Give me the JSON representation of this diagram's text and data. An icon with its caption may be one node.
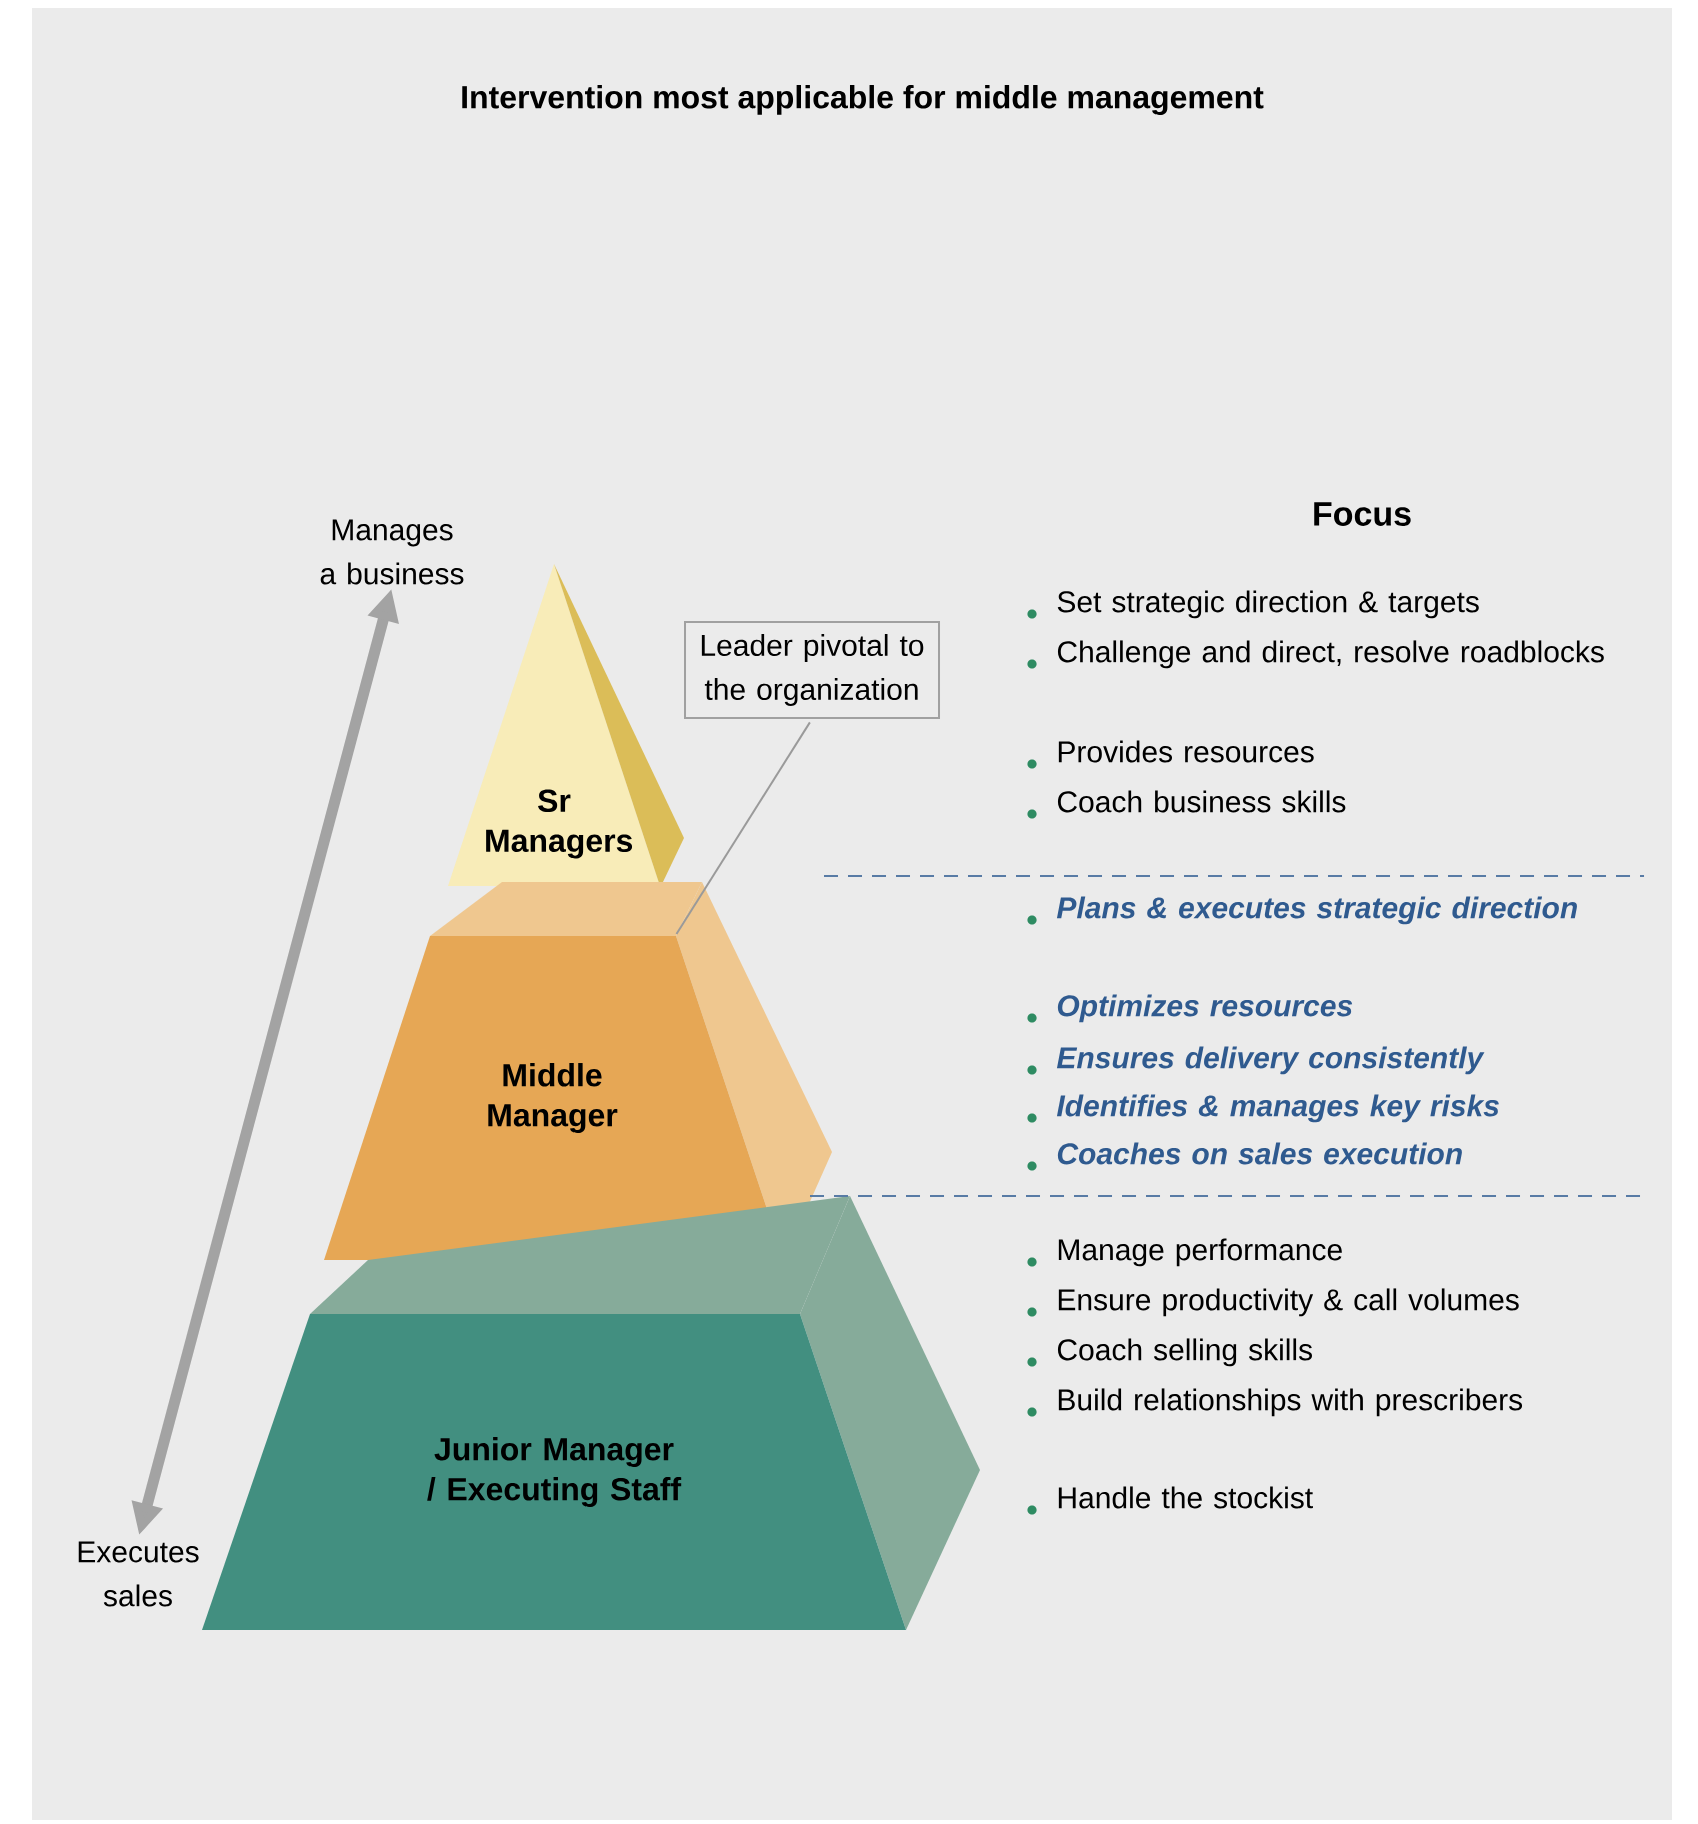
{
  "diagram": {
    "title": "Intervention most applicable for middle management",
    "nodes": [
      {
        "text": [
          "Sr Managers"
        ]
      },
      {
        "text": [
          "Middle Manager"
        ]
      },
      {
        "text": [
          "Junior Manager / Executing Staff"
        ]
      },
      {
        "text": [
          "Leader pivotal to the organization"
        ]
      },
      {
        "text": [
          "Manages a business"
        ]
      },
      {
        "text": [
          "Executes sales"
        ]
      }
    ],
    "edges": [
      {
        "from": 3,
        "to": 1,
        "arrow": "none"
      },
      {
        "from": 5,
        "to": 4,
        "arrow": "both",
        "style": "thick"
      }
    ],
    "labels": [
      "Focus",
      "Set strategic direction & targets",
      "Challenge and direct, resolve roadblocks",
      "Provides resources",
      "Coach business skills",
      "Plans & executes strategic direction",
      "Optimizes resources",
      "Ensures delivery consistently",
      "Identifies & manages key risks",
      "Coaches on sales execution",
      "Manage performance",
      "Ensure productivity & call volumes",
      "Coach selling skills",
      "Build relationships with prescribers",
      "Handle the stockist"
    ]
  }
}
